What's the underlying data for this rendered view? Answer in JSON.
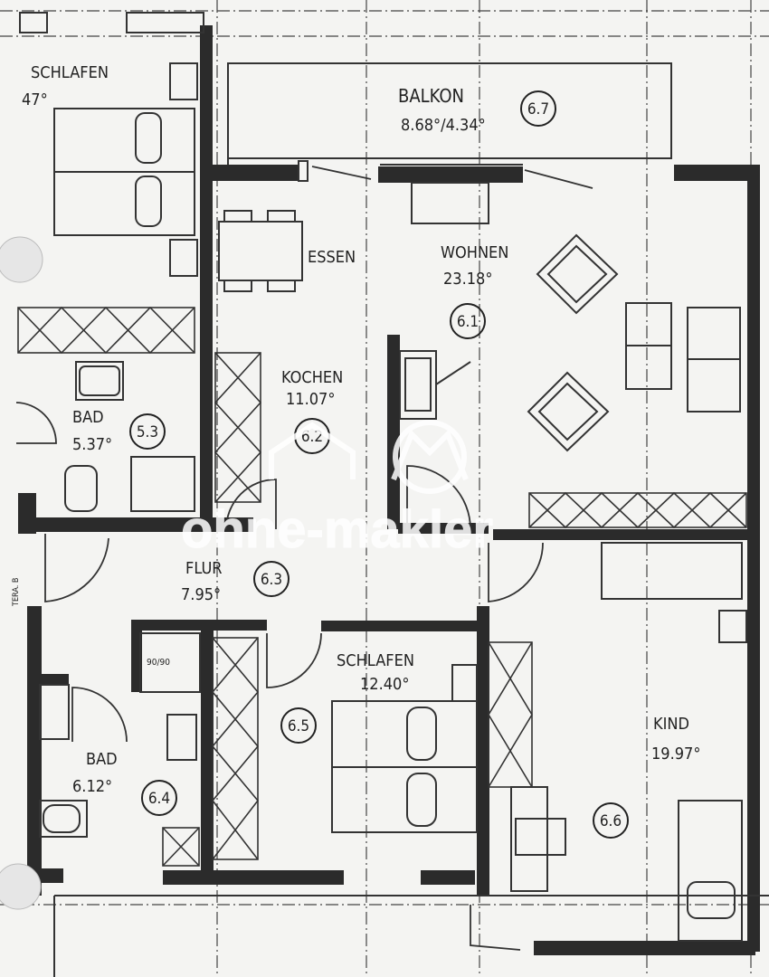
{
  "rooms": {
    "schlafen_top": {
      "name": "SCHLAFEN",
      "area": "47°"
    },
    "balkon": {
      "name": "BALKON",
      "area": "8.68°/4.34°",
      "number": "6.7"
    },
    "essen": {
      "name": "ESSEN"
    },
    "wohnen": {
      "name": "WOHNEN",
      "area": "23.18°",
      "number": "6.1"
    },
    "kochen": {
      "name": "KOCHEN",
      "area": "11.07°",
      "number": "6.2"
    },
    "bad_top": {
      "name": "BAD",
      "area": "5.37°",
      "number": "5.3"
    },
    "flur": {
      "name": "FLUR",
      "area": "7.95°",
      "number": "6.3"
    },
    "schlafen": {
      "name": "SCHLAFEN",
      "area": "12.40°",
      "number": "6.5"
    },
    "kind": {
      "name": "KIND",
      "area": "19.97°",
      "number": "6.6"
    },
    "bad": {
      "name": "BAD",
      "area": "6.12°",
      "number": "6.4"
    }
  },
  "small_labels": {
    "closet": "90/90",
    "side_text": "TERA. B"
  },
  "watermark": "ohne-makler",
  "colors": {
    "wall": "#2b2b2b",
    "line": "#333333",
    "paper": "#f4f4f2",
    "watermark": "#ffffff"
  }
}
